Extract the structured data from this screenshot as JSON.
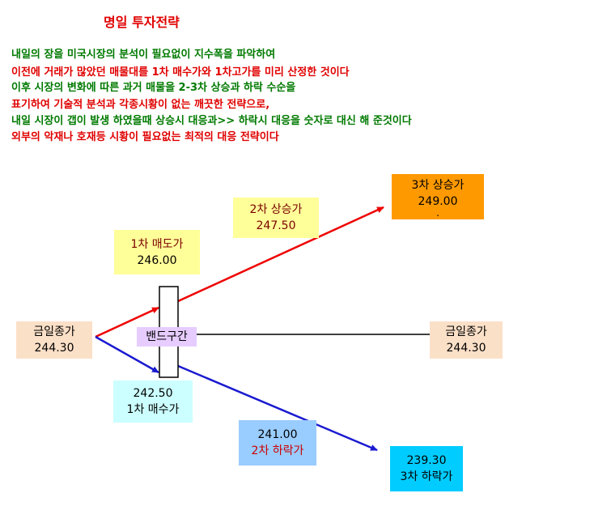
{
  "title": "명일 투자전략",
  "colors": {
    "title": "#e00000",
    "green_text": "#007a00",
    "red_text": "#e00000",
    "up_arrow": "#ee0000",
    "down_arrow": "#1a1ad0",
    "box_yellow": "#ffff99",
    "box_orange": "#ff9900",
    "box_peach": "#fbe0c8",
    "box_lavender": "#e6ccff",
    "box_lightcyan": "#ccffff",
    "box_lightblue": "#99ccff",
    "box_cyan": "#00ccff"
  },
  "description": [
    {
      "text": "내일의 장을 미국시장의 분석이 필요없이 지수폭을 파악하여",
      "color": "green"
    },
    {
      "text": "이전에 거래가 많았던 매물대를 1차 매수가와 1차고가를 미리 산정한 것이다",
      "color": "red"
    },
    {
      "text": "이후 시장의 변화에 따른 과거 매물을 2-3차 상승과 하락 수순을",
      "color": "green"
    },
    {
      "text": "표기하여 기술적  분석과 각종시황이 없는 깨끗한 전략으로,",
      "color": "red"
    },
    {
      "text": "내일 시장이 갭이 발생 하였을때 상승시 대응과>> 하락시 대응을 숫자로 대신 해 준것이다",
      "color": "green"
    },
    {
      "text": "외부의 악재나 호재등  시황이 필요없는 최적의 대응 전략이다",
      "color": "red"
    }
  ],
  "nodes": {
    "close_left": {
      "label": "금일종가",
      "value": "244.30"
    },
    "close_right": {
      "label": "금일종가",
      "value": "244.30"
    },
    "band": {
      "label": "밴드구간"
    },
    "sell1": {
      "label": "1차 매도가",
      "value": "246.00"
    },
    "up2": {
      "label": "2차 상승가",
      "value": "247.50"
    },
    "up3": {
      "label": "3차 상승가",
      "value": "249.00",
      "mark": "."
    },
    "buy1": {
      "label": "1차 매수가",
      "value": "242.50"
    },
    "down2": {
      "label": "2차 하락가",
      "value": "241.00"
    },
    "down3": {
      "label": "3차 하락가",
      "value": "239.30"
    }
  }
}
